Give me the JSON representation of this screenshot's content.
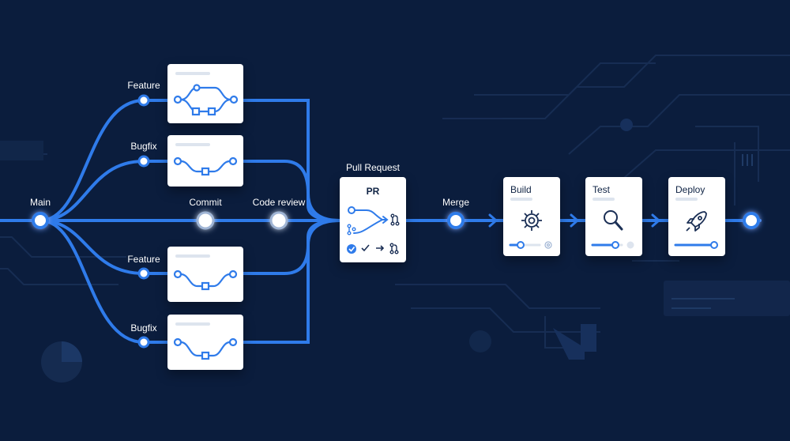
{
  "diagram": {
    "nodes": {
      "main": "Main",
      "feature_top": "Feature",
      "bugfix_top": "Bugfix",
      "commit": "Commit",
      "code_review": "Code review",
      "feature_bottom": "Feature",
      "bugfix_bottom": "Bugfix",
      "pull_request": "Pull Request",
      "merge": "Merge"
    },
    "cards": {
      "pr": "PR",
      "build": "Build",
      "test": "Test",
      "deploy": "Deploy"
    },
    "icons": [
      "gear-icon",
      "magnifier-icon",
      "rocket-icon",
      "git-pull-request-icon",
      "check-icon",
      "arrow-right-icon"
    ],
    "colors": {
      "background": "#0b1d3d",
      "line": "#2f7bea",
      "node_fill": "#ffffff",
      "card": "#ffffff"
    }
  }
}
